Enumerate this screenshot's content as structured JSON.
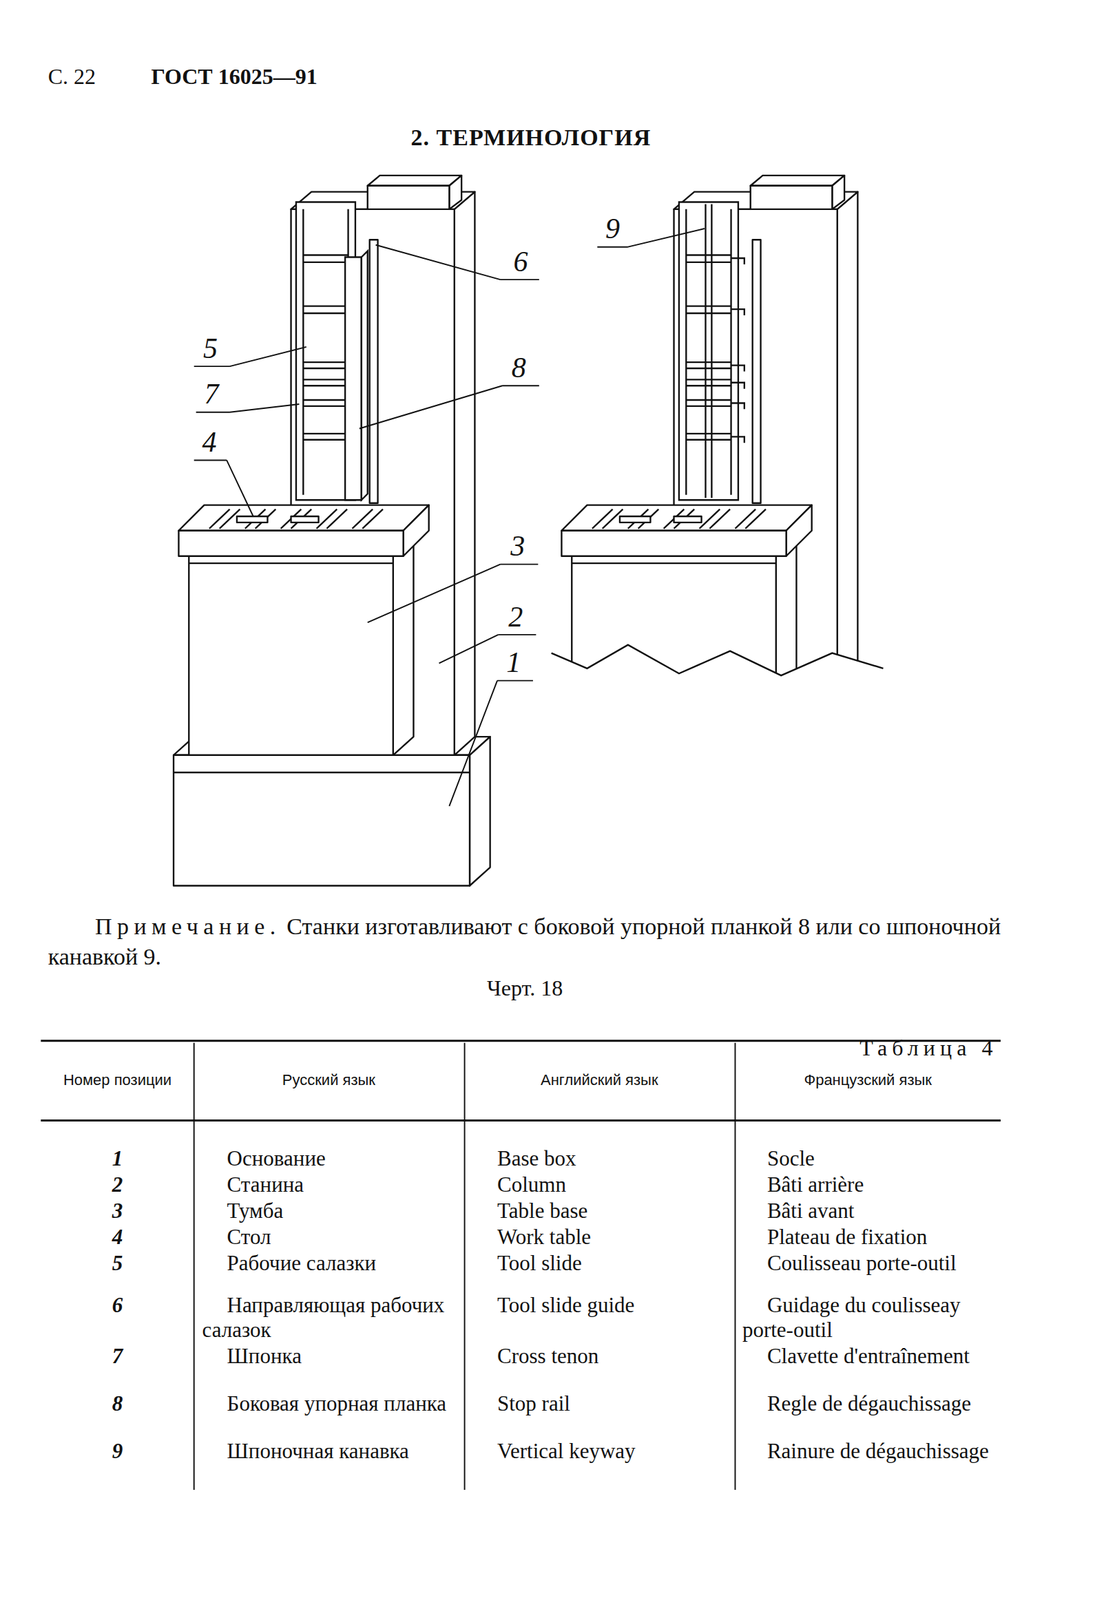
{
  "diagram": {
    "title": "2. ТЕРМИНОЛОГИЯ",
    "caption": "Черт. 18",
    "labels": [
      "С. 22",
      "ГОСТ 16025—91",
      "6",
      "5",
      "8",
      "7",
      "4",
      "3",
      "2",
      "1",
      "9",
      "Примечание.",
      "Станки изготавливают с боковой упорной планкой 8 или со шпоночной канавкой 9.",
      "Таблица 4",
      "Номер позиции",
      "Русский язык",
      "Английский язык",
      "Французский язык",
      "1",
      "Основание",
      "Base box",
      "Socle",
      "2",
      "Станина",
      "Column",
      "Bâti arrière",
      "3",
      "Тумба",
      "Table base",
      "Bâti avant",
      "4",
      "Стол",
      "Work table",
      "Plateau de fixation",
      "5",
      "Рабочие салазки",
      "Tool slide",
      "Coulisseau porte-outil",
      "6",
      "Направляющая рабочих салазок",
      "Tool slide guide",
      "Guidage du coulisseay porte-outil",
      "7",
      "Шпонка",
      "Cross tenon",
      "Clavette d'entraînement",
      "8",
      "Боковая упорная планка",
      "Stop rail",
      "Regle de dégauchissage",
      "9",
      "Шпоночная канавка",
      "Vertical keyway",
      "Rainure de dégauchissage"
    ]
  }
}
